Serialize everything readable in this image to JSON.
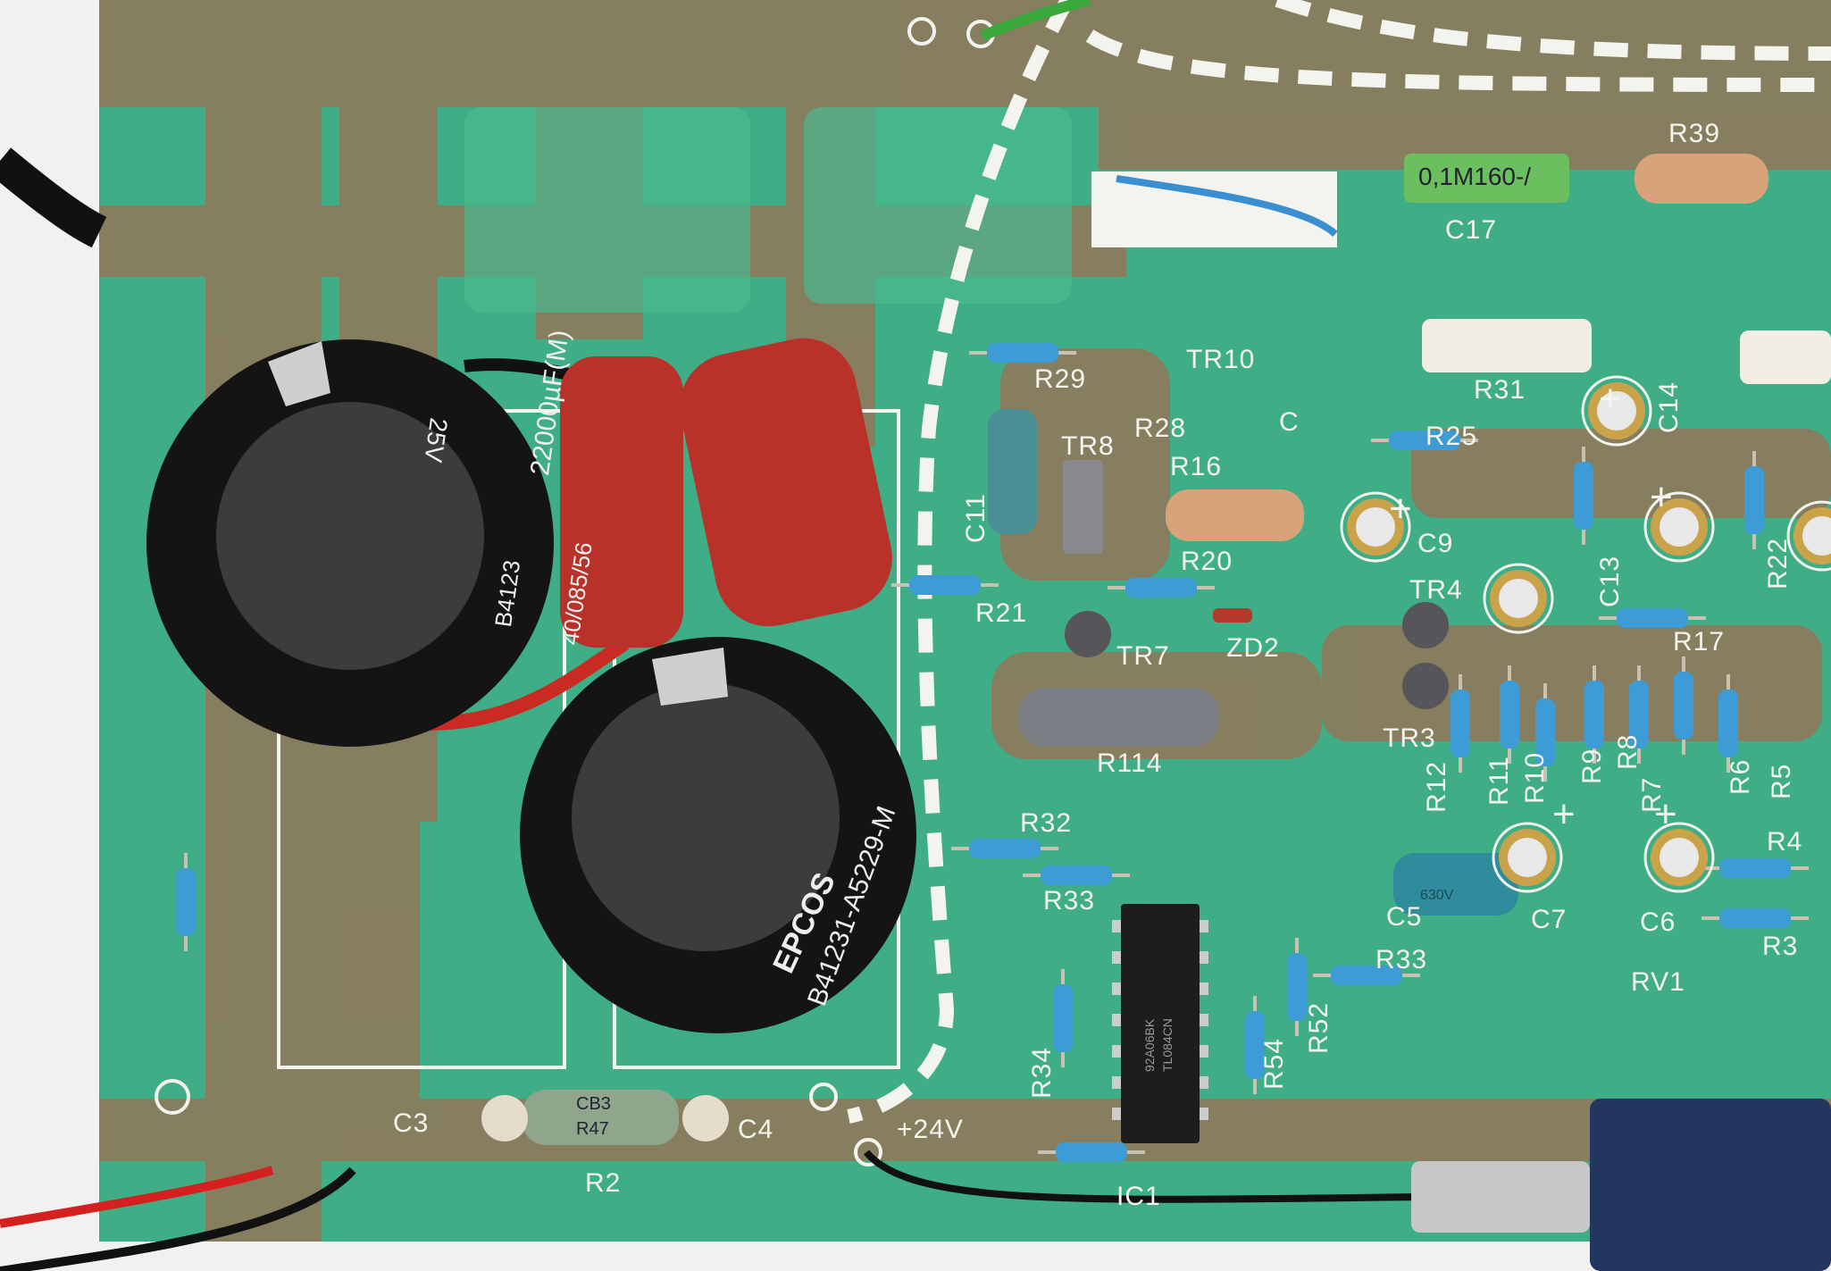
{
  "board": {
    "silkscreen_labels": [
      "R39",
      "C17",
      "R29",
      "TR10",
      "R28",
      "C",
      "R16",
      "TR8",
      "C11",
      "R20",
      "R21",
      "ZD2",
      "TR7",
      "R114",
      "R31",
      "R25",
      "C14",
      "C9",
      "C13",
      "TR4",
      "R17",
      "TR3",
      "R12",
      "R11",
      "R10",
      "R9",
      "R8",
      "R7",
      "R6",
      "R5",
      "R32",
      "R33",
      "R33",
      "C5",
      "C7",
      "C6",
      "R4",
      "R3",
      "RV1",
      "R34",
      "R54",
      "R52",
      "IC1",
      "C3",
      "C4",
      "R2",
      "+24V",
      "R22",
      "+",
      "+",
      "+",
      "+",
      "+"
    ],
    "capacitor_large_1": {
      "line1": "25V",
      "line2": "22000µF(M)",
      "line3": "B4123",
      "line4": "40/085/56"
    },
    "capacitor_large_2": {
      "brand": "EPCOS",
      "part": "B41231-A5229-M"
    },
    "film_capacitor": "0,1M160-/",
    "power_resistor": {
      "line1": "CB3",
      "line2": "R47"
    },
    "ic": {
      "line1": "92A06BK",
      "line2": "TL084CN"
    },
    "c5_marking": "630V"
  },
  "colors": {
    "pcb": "#3fae86",
    "trace": "#8c7a5c",
    "silk": "#f4f4ee",
    "capacitor": "#141414",
    "red_cap": "#b8322a"
  }
}
